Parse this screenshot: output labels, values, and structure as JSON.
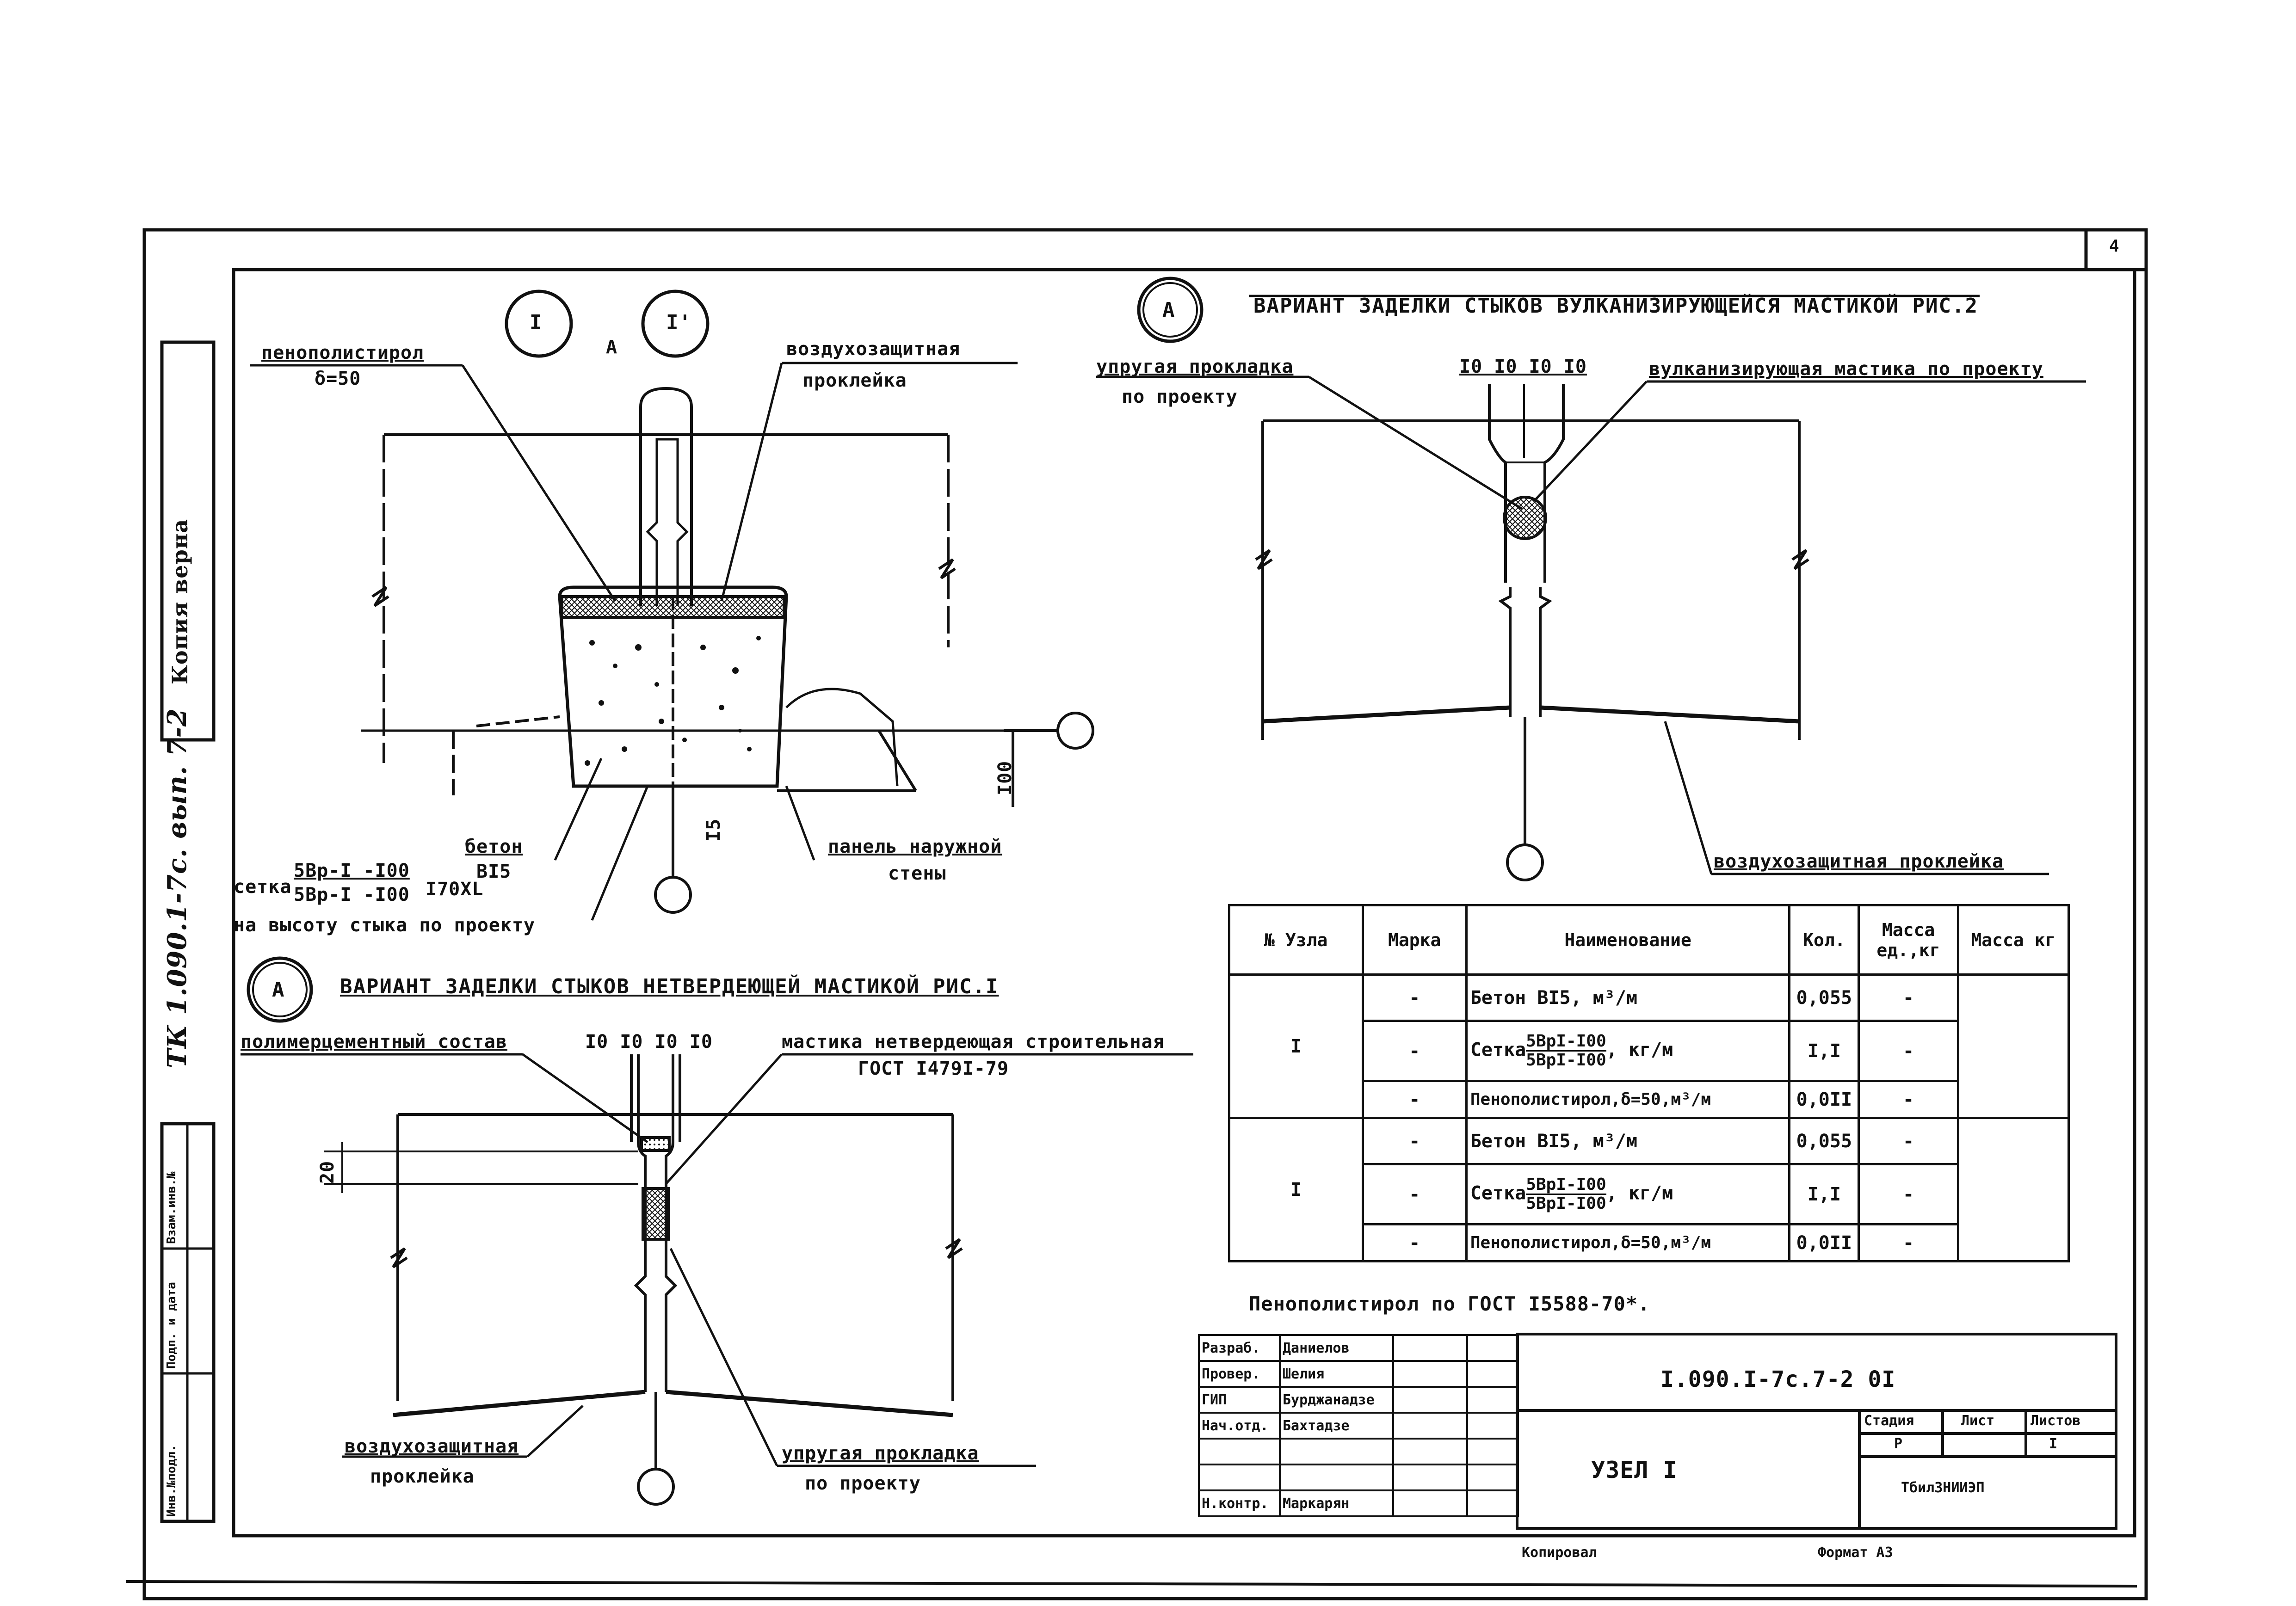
{
  "page": {
    "sheet_number": "4"
  },
  "side": {
    "copy_stamp": "Копия верна",
    "handwritten_code": "ТК 1.090.1-7с. вып. 7-2",
    "inv_cols": [
      "Инв.№подл.",
      "Подп. и дата",
      "Взам.инв.№"
    ]
  },
  "fig_top_left": {
    "circle_1": "I",
    "circle_2": "I'",
    "arrow_a": "А",
    "label_penopolystyrol": "пенополистирол",
    "label_delta": "δ=50",
    "label_vozdukh": "воздухозащитная",
    "label_prokleika": "проклейка",
    "dim_100": "I00",
    "dim_15": "I5",
    "label_beton": "бетон",
    "label_b15": "BI5",
    "label_setka": "сетка",
    "setka_num": "5Вр-I -I00",
    "setka_den": "5Вр-I -I00",
    "setka_suffix": "I70XL",
    "label_na_vysotu": "на высоту стыка по проекту",
    "label_panel": "панель наружной",
    "label_steny": "стены"
  },
  "fig_bottom_left": {
    "circle_a": "А",
    "title": "ВАРИАНТ ЗАДЕЛКИ СТЫКОВ НЕТВЕРДЕЮЩЕЙ МАСТИКОЙ РИС.I",
    "dims_top": "I0 I0 I0 I0",
    "label_polimer": "полимерцементный состав",
    "label_mastika": "мастика нетвердеющая строительная",
    "label_gost": "ГОСТ I479I-79",
    "dim_20": "20",
    "label_vozdukh": "воздухозащитная",
    "label_prokleika": "проклейка",
    "label_uprugaya": "упругая прокладка",
    "label_po_proektu": "по проекту"
  },
  "fig_top_right": {
    "circle_a": "А",
    "title": "ВАРИАНТ ЗАДЕЛКИ СТЫКОВ ВУЛКАНИЗИРУЮЩЕЙСЯ МАСТИКОЙ РИС.2",
    "label_uprugaya": "упругая прокладка",
    "label_po_proektu": "по проекту",
    "dims_top": "I0 I0 I0 I0",
    "label_vulkan": "вулканизирующая мастика по проекту",
    "label_vozdukh": "воздухозащитная проклейка"
  },
  "spec_table": {
    "headers": [
      "№ Узла",
      "Марка",
      "Наименование",
      "Кол.",
      "Масса ед.,кг",
      "Масса кг"
    ],
    "groups": [
      {
        "node": "I",
        "rows": [
          {
            "mark": "-",
            "name": "Бетон BI5, м³/м",
            "qty": "0,055",
            "mass": "-"
          },
          {
            "mark": "-",
            "name_prefix": "Сетка",
            "frac_num": "5ВрI-I00",
            "frac_den": "5ВрI-I00",
            "name_suffix": ",   кг/м",
            "qty": "I,I",
            "mass": "-"
          },
          {
            "mark": "-",
            "name": "Пенополистирол,δ=50,м³/м",
            "qty": "0,0II",
            "mass": "-"
          }
        ]
      },
      {
        "node": "I",
        "rows": [
          {
            "mark": "-",
            "name": "Бетон BI5, м³/м",
            "qty": "0,055",
            "mass": "-"
          },
          {
            "mark": "-",
            "name_prefix": "Сетка",
            "frac_num": "5ВрI-I00",
            "frac_den": "5ВрI-I00",
            "name_suffix": ",   кг/м",
            "qty": "I,I",
            "mass": "-"
          },
          {
            "mark": "-",
            "name": "Пенополистирол,δ=50,м³/м",
            "qty": "0,0II",
            "mass": "-"
          }
        ]
      }
    ],
    "footnote": "Пенополистирол по ГОСТ I5588-70*."
  },
  "stamp": {
    "roles": [
      "Разраб.",
      "Провер.",
      "ГИП",
      "Нач.отд.",
      "",
      "",
      "Н.контр."
    ],
    "names": [
      "Даниелов",
      "Шелия",
      "Бурджанадзе",
      "Бахтадзе",
      "",
      "",
      "Маркарян"
    ],
    "dates": [
      "",
      "",
      "",
      "",
      "",
      "",
      ""
    ],
    "doc_code": "I.090.I-7с.7-2 0I",
    "title": "УЗЕЛ I",
    "stage_header": "Стадия",
    "sheet_header": "Лист",
    "sheets_header": "Листов",
    "stage": "Р",
    "sheets": "I",
    "org": "ТбилЗНИИЭП"
  },
  "footer": {
    "copied": "Копировал",
    "format": "Формат А3"
  }
}
